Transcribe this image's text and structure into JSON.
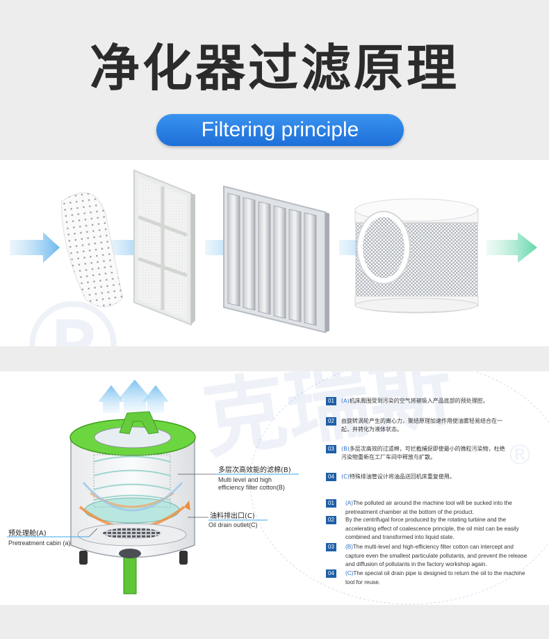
{
  "header": {
    "title": "净化器过滤原理",
    "subtitle": "Filtering principle"
  },
  "watermark": {
    "text": "克瑞斯",
    "registered": "®"
  },
  "callouts": {
    "filter_cotton_zh": "多层次高效能的滤棉(B)",
    "filter_cotton_en_1": "Multi level and high",
    "filter_cotton_en_2": "efficiency filter cotton(B)",
    "oil_outlet_zh": "油料排出口(C)",
    "oil_outlet_en": "Oil drain outlet(C)",
    "cabin_zh": "预处理舱(A)",
    "cabin_en": "Pretreatment cabin (a)"
  },
  "steps_zh": [
    {
      "num": "01",
      "tag": "(A)",
      "text": "机床周围受到污染的空气将被吸入产品底部的预处理腔。"
    },
    {
      "num": "02",
      "tag": "",
      "text": "由旋转涡轮产生的离心力，聚结原理加速作用使油雾轻易结合在一",
      "text2": "起，并转化为液体状态。"
    },
    {
      "num": "03",
      "tag": "(B)",
      "text": "多层次高效的过滤棉，可拦截捕捉即使最小的微粒污染物，杜绝",
      "text2": "污染物重新在工厂车间中释放与扩散。"
    },
    {
      "num": "04",
      "tag": "(C)",
      "text": "特殊排油管设计将油品送回机床重复使用。"
    }
  ],
  "steps_en": [
    {
      "num": "01",
      "tag": "(A)",
      "lines": [
        "The polluted air around the machine tool will be sucked into the",
        "pretreatment chamber at the bottom of the product."
      ]
    },
    {
      "num": "02",
      "tag": "",
      "lines": [
        "By the centrifugal force produced by the rotating turbine and the",
        "accelerating effect of coalescence principle, the oil mist can be easily",
        "combined and transformed into liquid state."
      ]
    },
    {
      "num": "03",
      "tag": "(B)",
      "lines": [
        "The multi-level and high-efficiency filter cotton can intercept and",
        "capture even the smallest particulate pollutants, and prevent the release",
        "and diffusion of pollutants in the factory workshop again."
      ]
    },
    {
      "num": "04",
      "tag": "(C)",
      "lines": [
        "The special oil drain pipe is designed to return the oil to the machine",
        "tool for reuse."
      ]
    }
  ],
  "colors": {
    "accent_blue": "#1d6fd8",
    "number_badge": "#1e5fa8",
    "tag_blue": "#2a6fc9",
    "lid_green": "#6cd640"
  }
}
